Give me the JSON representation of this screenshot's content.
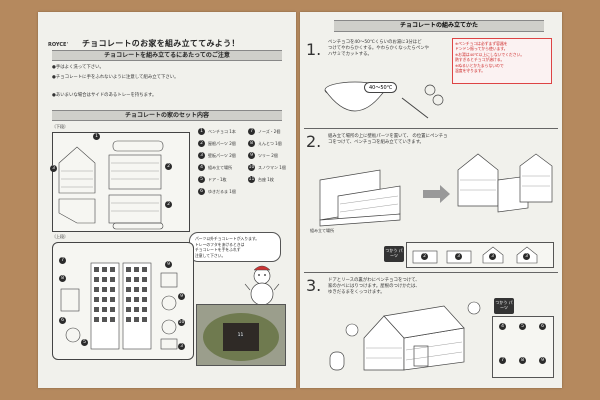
{
  "left": {
    "brand": "ROYCE'",
    "title": "チョコレートのお家を組み立ててみよう！",
    "caution_header": "チョコレートを組み立てるにあたってのご注意",
    "notes": [
      "●手はよく洗って下さい。",
      "●チョコレートに手をふれないように注意して組み立て下さい。",
      "●あいまいな場合はサイドのあるトレーを持ちます。"
    ],
    "set_header": "チョコレートの家のセット内容",
    "lower_label": "〔下段〕",
    "upper_label": "〔上段〕",
    "parts": [
      {
        "n": "1",
        "label": "ベンチョコ 1本"
      },
      {
        "n": "2",
        "label": "屋根パーツ 2個"
      },
      {
        "n": "3",
        "label": "壁板パーツ 2個"
      },
      {
        "n": "4",
        "label": "組み立て場所"
      },
      {
        "n": "5",
        "label": "ドア・1枚"
      },
      {
        "n": "6",
        "label": "ゆきだるま 1個"
      },
      {
        "n": "7",
        "label": "ノーズ・2個"
      },
      {
        "n": "8",
        "label": "えんとつ 1個"
      },
      {
        "n": "9",
        "label": "ツリー 2個"
      },
      {
        "n": "10",
        "label": "スノウマン 1個"
      },
      {
        "n": "11",
        "label": "台座 1枚"
      }
    ],
    "bubble_lines": [
      "パーツ以外チョコレートが入ります。",
      "トレーのフタをあけるときは",
      "チョコレートを手をふれず",
      "注意して下さい。"
    ],
    "photo_num": "11",
    "tray_nums": [
      "7",
      "8",
      "9",
      "9",
      "10",
      "6",
      "5",
      "3"
    ]
  },
  "right": {
    "title": "チョコレートの組み立てかた",
    "steps": [
      {
        "num": "1.",
        "lines": [
          "ベンチョコを40〜50℃くらいのお湯に3分ほど",
          "つけてやわらかくする。やわらかくなったらペンや",
          "ハサミでカットする。"
        ],
        "temp": "40〜50℃",
        "red_lines": [
          "※ペンチョコは必ずまず容器を",
          "  ドンドン振ってから使います。",
          "※お湯は40℃以上にしないでください。",
          "  熱すぎるとチョコが溶ける。",
          "※ぬるいとかたまらないので",
          "  温度を守ります。"
        ]
      },
      {
        "num": "2.",
        "lines": [
          "組み立て場所の上に壁板パーツを置いて、 の位置にペンチョ",
          "コをつけて、ベンチョコを組み立てていきます。"
        ],
        "place_label": "組み立て場所",
        "badge": "つかう パーツ",
        "strip_nums": [
          "2",
          "3",
          "3",
          "3"
        ]
      },
      {
        "num": "3.",
        "lines": [
          "ドアとリースの裏がわにベンチョコをつけて、",
          "家のかべにはりつけます。屋根のつけかたは、",
          "ゆきだるまをくっつけます。"
        ],
        "badge": "つかう パーツ",
        "parts_nums": [
          "4",
          "5",
          "6",
          "7",
          "8",
          "9"
        ]
      }
    ]
  }
}
